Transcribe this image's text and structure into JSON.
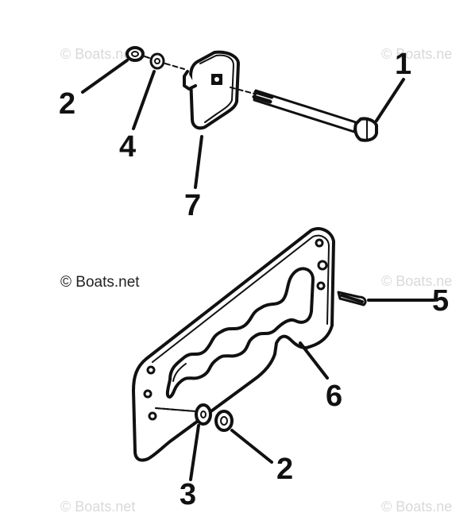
{
  "watermarks": {
    "faint": "© Boats.net",
    "faint_right": "© Boats.ne",
    "main": "© Boats.net"
  },
  "callouts": {
    "c1": "1",
    "c2_top": "2",
    "c4": "4",
    "c7": "7",
    "c5": "5",
    "c6": "6",
    "c2_bottom": "2",
    "c3": "3"
  },
  "colors": {
    "line": "#111111",
    "watermark": "#d9d9d9"
  }
}
